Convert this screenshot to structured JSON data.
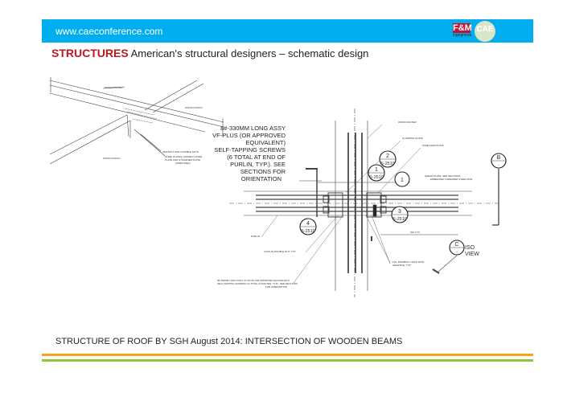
{
  "header": {
    "url": "www.caeconference.com",
    "logo_fm": "F&M",
    "logo_fm_sub": "ingegneria",
    "logo_cae": "CAE"
  },
  "title": {
    "highlight": "STRUCTURES",
    "text": "American's structural designers – schematic design"
  },
  "iso_sketch": {
    "labels": [
      "WOOD RAFTER",
      "WOOD PURLIN",
      "WOOD PURLIN",
      "2#M BOLT WITH DOUBLE NUTS",
      "STEEL PLATES, HIDDEN COVER",
      "PLATE AND STIFFENER PLATE",
      "(SIMPLIFIED)"
    ]
  },
  "plan": {
    "note": [
      "8#-330MM LONG ASSY",
      "VF-PLUS (OR APPROVED",
      "EQUIVALENT)",
      "SELF-TAPPING SCREWS",
      "(6 TOTAL AT END OF",
      "PURLIN, TYP.). SEE",
      "SECTIONS FOR",
      "ORIENTATION"
    ],
    "labels": {
      "rafter": "WOOD RAFTER",
      "cladding": "CLADDING PLATE",
      "end_plate": "STEEL END PLATE",
      "shear": "SHEAR PLATE, SEE SECTIONS",
      "rod": "EMBEDDED THREADED STEEL ROD",
      "purlin": "PURLIN",
      "nut": "LOCK-IN DOUBLE NUT, TYP.",
      "fill1": "FILL ROD/BOLT HOLE WITH",
      "fill2": "ADHESIVE, TYP.",
      "screws1": "8#-330MM LONG ASSY VF-PLUS (OR APPROVED EQUIVALENT)",
      "screws2": "SELF-TAPPING SCREWS (12 TOTAL IN RAFTER, TYP.). SEE SECTIONS",
      "screws3": "FOR ORIENTATION",
      "typ": "610 TYP.",
      "iso": "ISO",
      "view": "VIEW"
    },
    "bubbles": [
      {
        "top": "2",
        "bottom": "S-2510"
      },
      {
        "top": "1",
        "bottom": "S-2510"
      },
      {
        "top": "1",
        "bottom": ""
      },
      {
        "top": "3",
        "bottom": "S-2510"
      },
      {
        "top": "4",
        "bottom": "S-2510"
      },
      {
        "top": "B",
        "bottom": "-"
      },
      {
        "top": "C",
        "bottom": "-"
      }
    ]
  },
  "caption": "STRUCTURE OF ROOF BY SGH August 2014: INTERSECTION OF WOODEN BEAMS",
  "colors": {
    "banner": "#00aeef",
    "accent": "#c0171e",
    "rule1": "#f7a21b",
    "rule2": "#8dc63f"
  }
}
